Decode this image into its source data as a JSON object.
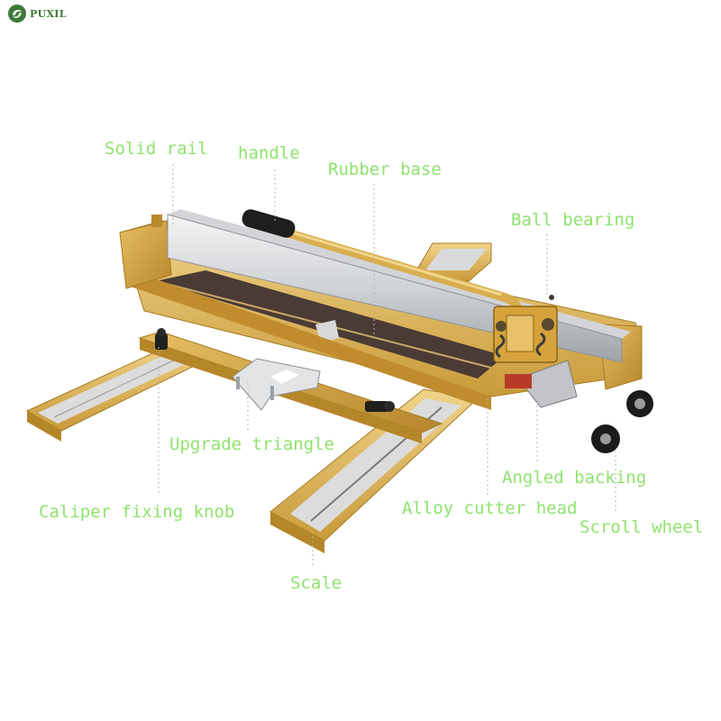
{
  "brand": {
    "name": "PUXIL",
    "logo_icon": "leaf-swirl-icon",
    "color": "#3b7a3a"
  },
  "label_color": "#8fe36d",
  "callouts": {
    "solid_rail": "Solid rail",
    "handle": "handle",
    "rubber_base": "Rubber base",
    "ball_bearing": "Ball bearing",
    "upgrade_triangle": "Upgrade triangle",
    "caliper_fixing_knob": "Caliper fixing knob",
    "angled_backing": "Angled backing",
    "alloy_cutter_head": "Alloy cutter head",
    "scroll_wheel": "Scroll wheel",
    "scale": "Scale"
  }
}
